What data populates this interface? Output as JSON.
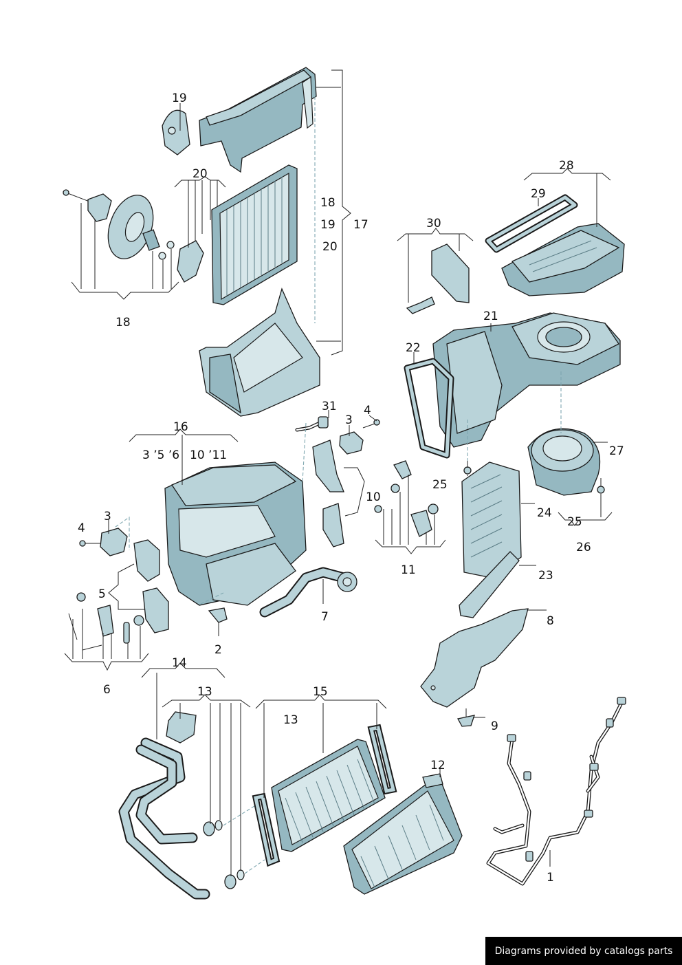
{
  "callouts": [
    {
      "id": "c1",
      "text": "1"
    },
    {
      "id": "c2",
      "text": "2"
    },
    {
      "id": "c3a",
      "text": "3"
    },
    {
      "id": "c3b",
      "text": "3"
    },
    {
      "id": "c4a",
      "text": "4"
    },
    {
      "id": "c4b",
      "text": "4"
    },
    {
      "id": "c5",
      "text": "5"
    },
    {
      "id": "c6",
      "text": "6"
    },
    {
      "id": "c7",
      "text": "7"
    },
    {
      "id": "c8",
      "text": "8"
    },
    {
      "id": "c9",
      "text": "9"
    },
    {
      "id": "c10",
      "text": "10"
    },
    {
      "id": "c11",
      "text": "11"
    },
    {
      "id": "c12",
      "text": "12"
    },
    {
      "id": "c13a",
      "text": "13"
    },
    {
      "id": "c13b",
      "text": "13"
    },
    {
      "id": "c14",
      "text": "14"
    },
    {
      "id": "c15",
      "text": "15"
    },
    {
      "id": "c16",
      "text": "16"
    },
    {
      "id": "c16sub_a",
      "text": "3 ’5 ’6"
    },
    {
      "id": "c16sub_b",
      "text": "10 ’11"
    },
    {
      "id": "c17",
      "text": "17"
    },
    {
      "id": "c18a",
      "text": "18"
    },
    {
      "id": "c18b",
      "text": "18"
    },
    {
      "id": "c19a",
      "text": "19"
    },
    {
      "id": "c19b",
      "text": "19"
    },
    {
      "id": "c20a",
      "text": "20"
    },
    {
      "id": "c20b",
      "text": "20"
    },
    {
      "id": "c21",
      "text": "21"
    },
    {
      "id": "c22",
      "text": "22"
    },
    {
      "id": "c23",
      "text": "23"
    },
    {
      "id": "c24",
      "text": "24"
    },
    {
      "id": "c25a",
      "text": "25"
    },
    {
      "id": "c25b",
      "text": "25"
    },
    {
      "id": "c26",
      "text": "26"
    },
    {
      "id": "c27",
      "text": "27"
    },
    {
      "id": "c28",
      "text": "28"
    },
    {
      "id": "c29",
      "text": "29"
    },
    {
      "id": "c30",
      "text": "30"
    },
    {
      "id": "c31",
      "text": "31"
    }
  ],
  "footer": {
    "text": "Diagrams provided by catalogs parts"
  },
  "colors": {
    "part_fill": "#b9d3d9",
    "part_shade": "#95b8c1",
    "outline": "#1a1a1a",
    "footer_bg": "#000000",
    "footer_text": "#ffffff"
  }
}
